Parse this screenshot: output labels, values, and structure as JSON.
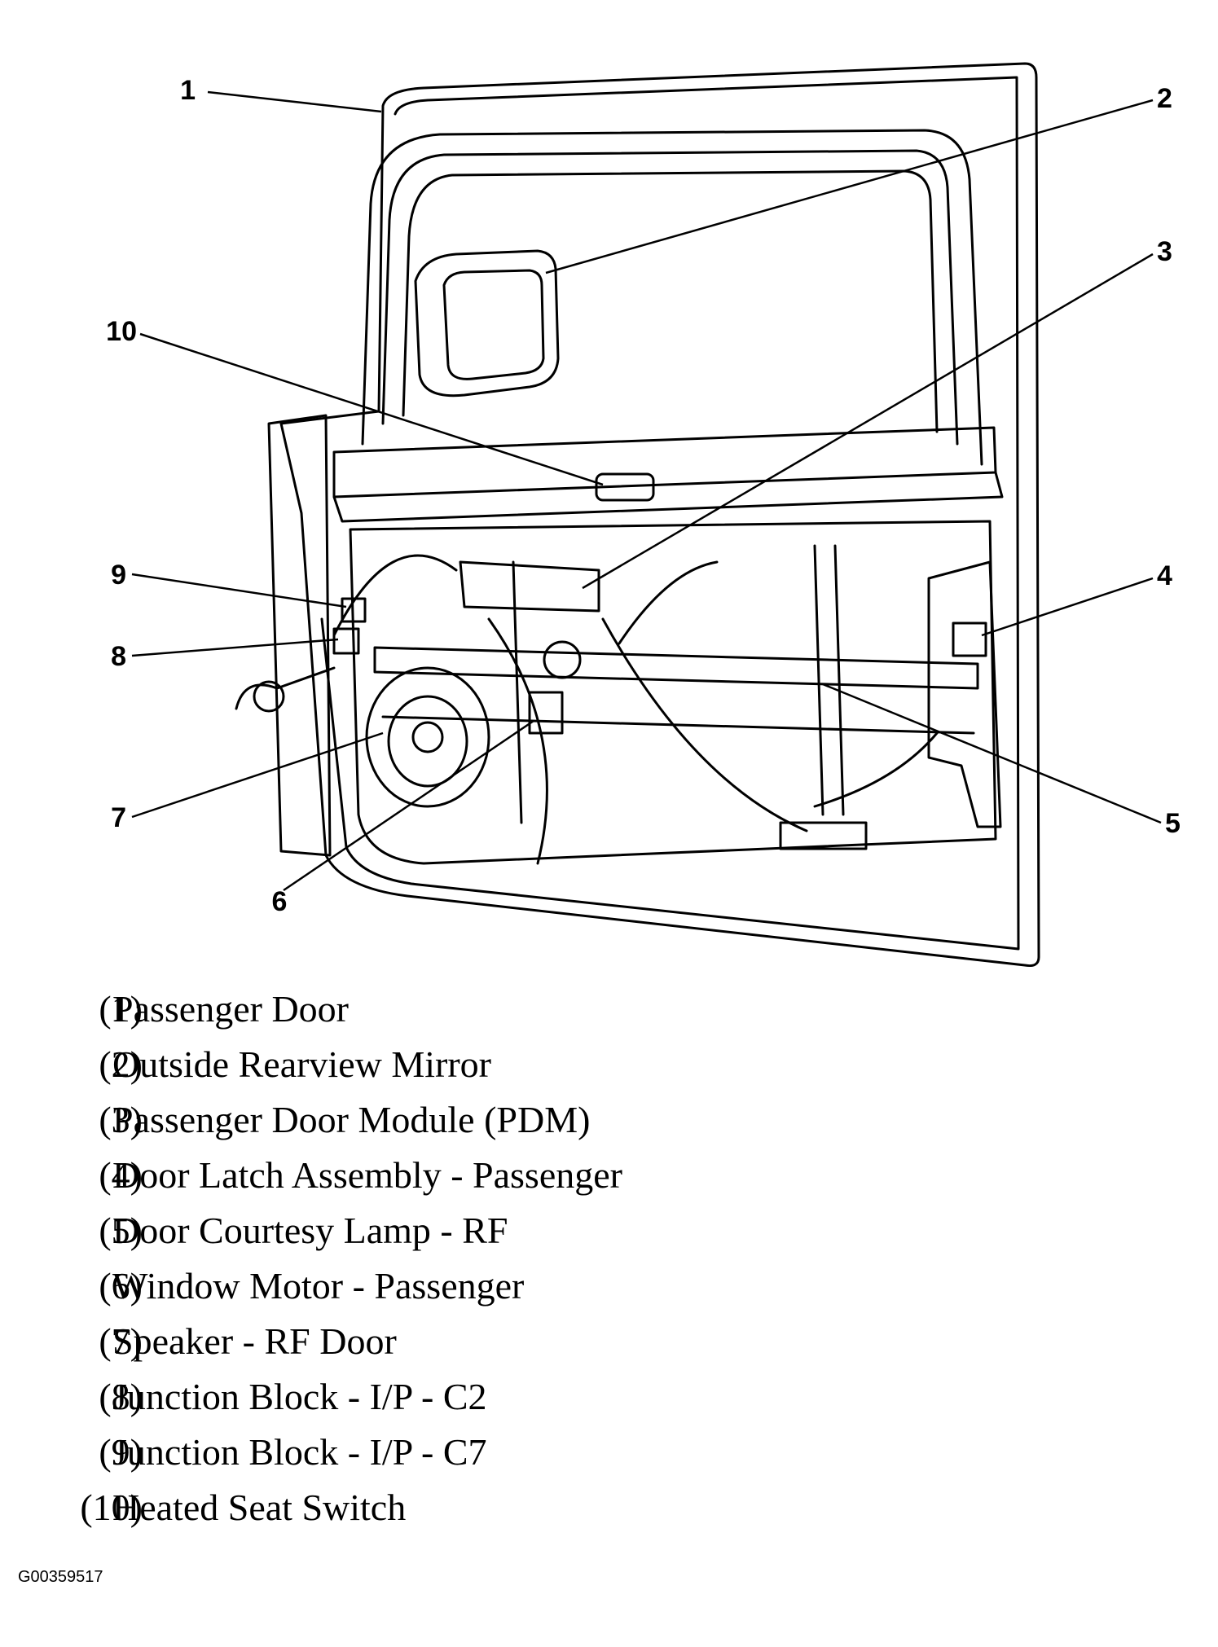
{
  "callouts": [
    "1",
    "2",
    "3",
    "4",
    "5",
    "6",
    "7",
    "8",
    "9",
    "10"
  ],
  "legend": [
    {
      "num": "(1)",
      "text": "Passenger Door"
    },
    {
      "num": "(2)",
      "text": "Outside Rearview Mirror"
    },
    {
      "num": "(3)",
      "text": "Passenger Door Module (PDM)"
    },
    {
      "num": "(4)",
      "text": "Door Latch Assembly - Passenger"
    },
    {
      "num": "(5)",
      "text": "Door Courtesy Lamp - RF"
    },
    {
      "num": "(6)",
      "text": "Window Motor - Passenger"
    },
    {
      "num": "(7)",
      "text": "Speaker - RF Door"
    },
    {
      "num": "(8)",
      "text": "Junction Block - I/P - C2"
    },
    {
      "num": "(9)",
      "text": "Junction Block - I/P - C7"
    },
    {
      "num": "(10)",
      "text": "Heated Seat Switch"
    }
  ],
  "figure_id": "G00359517"
}
